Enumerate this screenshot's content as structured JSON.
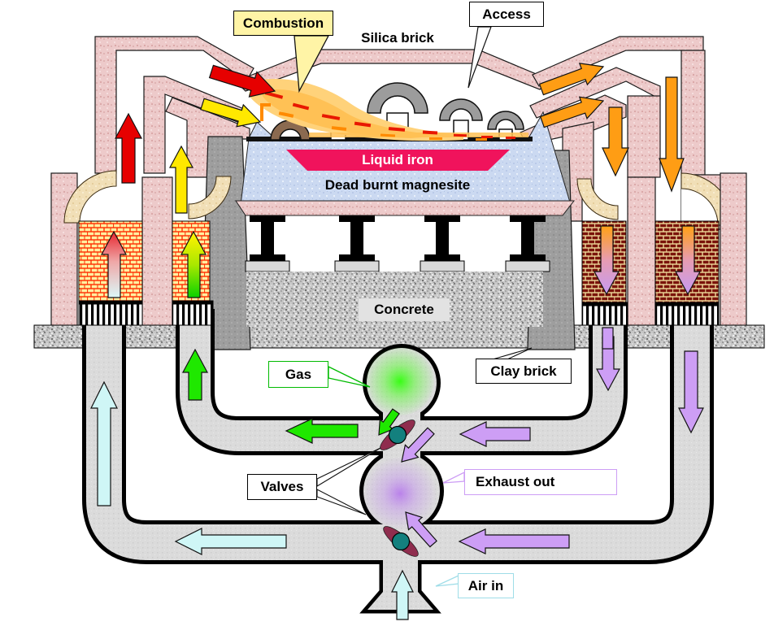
{
  "diagram": {
    "subject": "Open hearth furnace cross-section",
    "callouts": {
      "combustion": {
        "label": "Combustion",
        "fill": "#FFF4A6",
        "border": "#000000"
      },
      "access": {
        "label": "Access",
        "fill": "#FFFFFF",
        "border": "#000000"
      },
      "gas": {
        "label": "Gas",
        "fill": "#FFFFFF",
        "border": "#00BB00"
      },
      "clay_brick": {
        "label": "Clay brick",
        "fill": "#FFFFFF",
        "border": "#000000"
      },
      "valves": {
        "label": "Valves",
        "fill": "#FFFFFF",
        "border": "#000000"
      },
      "exhaust_out": {
        "label": "Exhaust out",
        "fill": "#FFFFFF",
        "border": "#CD9EF5"
      },
      "air_in": {
        "label": "Air in",
        "fill": "#FFFFFF",
        "border": "#9FDDE8"
      }
    },
    "inline_labels": {
      "silica_brick": "Silica brick",
      "liquid_iron": "Liquid iron",
      "dead_burnt_magnesite": "Dead burnt magnesite",
      "concrete": "Concrete"
    },
    "flows": [
      {
        "name": "air-in",
        "color": "#CFF6F6"
      },
      {
        "name": "fuel-gas",
        "color": "#1FE800"
      },
      {
        "name": "combustion-jet-fuel",
        "color": "#E60000"
      },
      {
        "name": "combustion-jet-air",
        "color": "#FFE800"
      },
      {
        "name": "hot-exhaust",
        "color": "#FF9D14"
      },
      {
        "name": "exhaust-out",
        "color": "#CD9EF5"
      },
      {
        "name": "regenerator-left-outer",
        "colors": [
          "#E73038",
          "#DDF4F4"
        ]
      },
      {
        "name": "regenerator-left-inner",
        "colors": [
          "#FFF200",
          "#11D300"
        ]
      },
      {
        "name": "regenerator-right",
        "colors": [
          "#FFA01C",
          "#C79BEF"
        ]
      }
    ],
    "materials": [
      {
        "name": "silica-brick-wall",
        "color": "#EDCACA"
      },
      {
        "name": "checker-brick-cold",
        "colors": [
          "#FFEFA0",
          "#FF2A00"
        ]
      },
      {
        "name": "checker-brick-hot",
        "colors": [
          "#7A130B",
          "#EFDD9C"
        ]
      },
      {
        "name": "clay-brick-column",
        "color": "#9E9E9E"
      },
      {
        "name": "magnesite-lining",
        "color": "#CBD9F1"
      },
      {
        "name": "liquid-iron-pool",
        "color": "#F0135C"
      },
      {
        "name": "concrete",
        "color": "#C6C6C6"
      },
      {
        "name": "valve-disc",
        "color": "#13807E"
      },
      {
        "name": "valve-flap",
        "color": "#8F2D4E"
      }
    ]
  }
}
